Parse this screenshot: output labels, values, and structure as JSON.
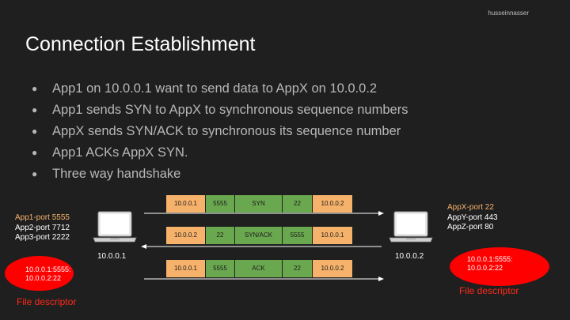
{
  "watermark": "husseinnasser",
  "title": "Connection Establishment",
  "bullets": [
    "App1 on 10.0.0.1 want to send data to AppX on 10.0.0.2",
    "App1 sends SYN to AppX to synchronous sequence numbers",
    "AppX sends SYN/ACK to synchronous its sequence number",
    "App1 ACKs AppX SYN.",
    "Three way handshake"
  ],
  "left_host": {
    "ports": [
      "App1-port 5555",
      "App2-port 7712",
      "App3-port 2222"
    ],
    "ip": "10.0.0.1",
    "fd_lines": [
      "10.0.0.1:5555:",
      "10.0.0.2:22"
    ],
    "fd_label": "File descriptor"
  },
  "right_host": {
    "ports": [
      "AppX-port 22",
      "AppY-port 443",
      "AppZ-port 80"
    ],
    "ip": "10.0.0.2",
    "fd_lines": [
      "10.0.0.1:5555:",
      "10.0.0.2:22"
    ],
    "fd_label": "File descriptor"
  },
  "packets": [
    {
      "src_ip": "10.0.0.1",
      "src_port": "5555",
      "flag": "SYN",
      "dst_port": "22",
      "dst_ip": "10.0.0.2"
    },
    {
      "src_ip": "10.0.0.2",
      "src_port": "22",
      "flag": "SYN/ACK",
      "dst_port": "5555",
      "dst_ip": "10.0.0.1"
    },
    {
      "src_ip": "10.0.0.1",
      "src_port": "5555",
      "flag": "ACK",
      "dst_port": "22",
      "dst_ip": "10.0.0.2"
    }
  ],
  "colors": {
    "background": "#1f1f1f",
    "ip_cell": "#f6b26b",
    "field_cell": "#6aa84f",
    "highlight_port": "#f6b26b",
    "fd_ellipse": "#ff0000"
  }
}
